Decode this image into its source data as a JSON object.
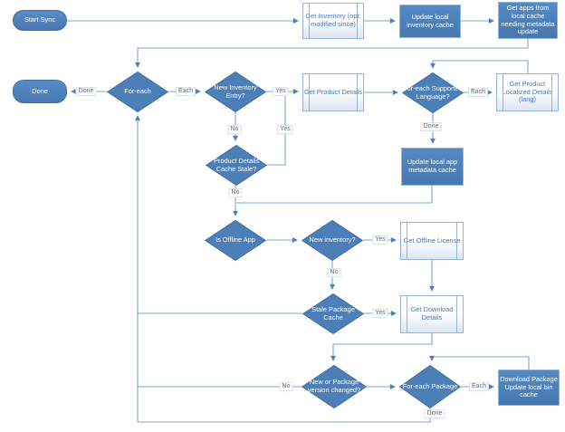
{
  "diagram": {
    "nodes": {
      "start_sync": {
        "label": "Start Sync",
        "type": "terminator"
      },
      "done": {
        "label": "Done",
        "type": "terminator"
      },
      "get_inventory": {
        "label": "Get Inventory (opt: modified since)",
        "type": "subprocess"
      },
      "update_local_inventory_cache": {
        "label": "Update local inventory cache",
        "type": "process"
      },
      "get_apps_needing_update": {
        "label": "Get apps from local cache needing metadata update",
        "type": "process"
      },
      "for_each": {
        "label": "For-each",
        "type": "decision"
      },
      "new_inventory_entry": {
        "label": "New Inventory Entry?",
        "type": "decision"
      },
      "get_product_details": {
        "label": "Get Product Details",
        "type": "subprocess"
      },
      "for_each_supported_language": {
        "label": "For-each Supported Language?",
        "type": "decision"
      },
      "get_product_localized_details": {
        "label": "Get Product Localized Details (lang)",
        "type": "subprocess"
      },
      "product_details_cache_stale": {
        "label": "Product Details Cache Stale?",
        "type": "decision"
      },
      "update_local_app_metadata_cache": {
        "label": "Update local app metadata cache",
        "type": "process"
      },
      "is_offline_app": {
        "label": "Is Offline App",
        "type": "decision"
      },
      "new_inventory": {
        "label": "New inventory?",
        "type": "decision"
      },
      "get_offline_license": {
        "label": "Get Offline License",
        "type": "subprocess"
      },
      "stale_package_cache": {
        "label": "Stale Package Cache",
        "type": "decision"
      },
      "get_download_details": {
        "label": "Get Download Details",
        "type": "subprocess"
      },
      "new_or_package_version_changed": {
        "label": "New or Package version changed?",
        "type": "decision"
      },
      "for_each_package": {
        "label": "For-each Package",
        "type": "decision"
      },
      "download_package": {
        "label": "Download Package Update local bin cache",
        "type": "process"
      }
    },
    "edge_labels": {
      "for_each_done": "Done",
      "for_each_each": "Each",
      "new_inventory_entry_yes": "Yes",
      "new_inventory_entry_no": "No",
      "cache_stale_yes": "Yes",
      "cache_stale_no": "No",
      "supported_language_each": "Each",
      "supported_language_done": "Done",
      "new_inventory_yes": "Yes",
      "new_inventory_no": "No",
      "stale_package_yes": "Yes",
      "version_changed_no": "No",
      "for_each_package_each": "Each",
      "for_each_package_done": "Done"
    },
    "colors": {
      "shape_fill": "#4f81bd",
      "shape_border": "#41719c",
      "subprocess_border": "#95b3d7",
      "connector": "#7da4d4",
      "subprocess_text": "#4a7ab5",
      "edge_label_text": "#5a6a78"
    }
  }
}
